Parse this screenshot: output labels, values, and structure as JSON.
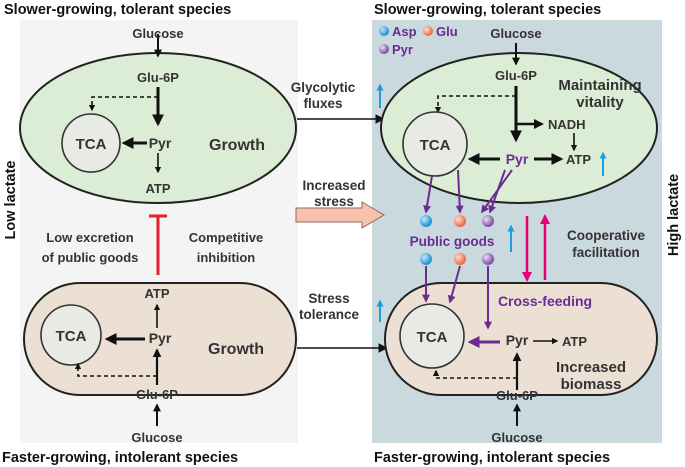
{
  "header": {
    "left": "Slower-growing, tolerant species",
    "right": "Slower-growing, tolerant species"
  },
  "footer": {
    "left": "Faster-growing, intolerant species",
    "right": "Faster-growing, intolerant species"
  },
  "side": {
    "left": "Low lactate",
    "right": "High lactate"
  },
  "legend": {
    "asp": "Asp",
    "glu": "Glu",
    "pyr": "Pyr"
  },
  "left_top": {
    "glucose": "Glucose",
    "glu6p": "Glu-6P",
    "tca": "TCA",
    "pyr": "Pyr",
    "atp": "ATP",
    "growth": "Growth"
  },
  "left_bottom": {
    "atp": "ATP",
    "tca": "TCA",
    "pyr": "Pyr",
    "growth": "Growth",
    "glu6p": "Glu-6P",
    "glucose": "Glucose"
  },
  "middle": {
    "low_excretion_1": "Low excretion",
    "low_excretion_2": "of public goods",
    "competitive_1": "Competitive",
    "competitive_2": "inhibition",
    "glycolytic_1": "Glycolytic",
    "glycolytic_2": "fluxes",
    "increased_stress_1": "Increased",
    "increased_stress_2": "stress",
    "stress_tolerance_1": "Stress",
    "stress_tolerance_2": "tolerance"
  },
  "right_top": {
    "glucose": "Glucose",
    "glu6p": "Glu-6P",
    "maintaining_1": "Maintaining",
    "maintaining_2": "vitality",
    "nadh": "NADH",
    "tca": "TCA",
    "pyr": "Pyr",
    "atp": "ATP"
  },
  "right_middle": {
    "public_goods": "Public goods",
    "cooperative_1": "Cooperative",
    "cooperative_2": "facilitation"
  },
  "right_bottom": {
    "cross_feeding": "Cross-feeding",
    "tca": "TCA",
    "pyr": "Pyr",
    "atp": "ATP",
    "increased_1": "Increased",
    "increased_2": "biomass",
    "glu6p": "Glu-6P",
    "glucose": "Glucose"
  },
  "colors": {
    "left_panel_bg": "#f4f4f4",
    "right_panel_bg": "#c9d9de",
    "top_cell_fill": "#dcedd6",
    "bottom_cell_fill": "#ecdfd4",
    "purple": "#6a2c91",
    "magenta": "#e6007e",
    "red": "#e5202e",
    "blue_up": "#1a9fdc",
    "stress_arrow": "#f7c1ad",
    "asp_bead": "#2aa3e0",
    "glu_bead": "#f07d52",
    "pyr_bead": "#8b5bb0"
  }
}
